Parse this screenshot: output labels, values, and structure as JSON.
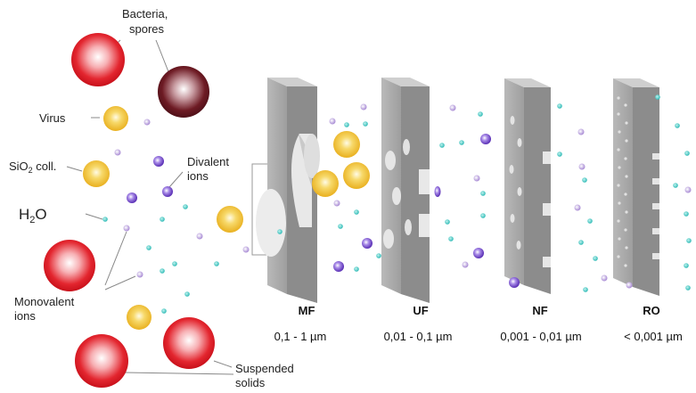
{
  "labels": {
    "bacteria_line1": "Bacteria,",
    "bacteria_line2": "spores",
    "virus": "Virus",
    "sio2_prefix": "SiO",
    "sio2_sub": "2",
    "sio2_suffix": " coll.",
    "h2o_h": "H",
    "h2o_sub": "2",
    "h2o_o": "O",
    "divalent_line1": "Divalent",
    "divalent_line2": "ions",
    "monovalent_line1": "Monovalent",
    "monovalent_line2": "ions",
    "suspended_line1": "Suspended",
    "suspended_line2": "solids"
  },
  "membranes": [
    {
      "name": "MF",
      "size": "0,1 - 1 µm"
    },
    {
      "name": "UF",
      "size": "0,01 - 0,1 µm"
    },
    {
      "name": "NF",
      "size": "0,001 - 0,01 µm"
    },
    {
      "name": "RO",
      "size": "< 0,001 µm"
    }
  ],
  "colors": {
    "bacteria": "#e0202c",
    "spores": "#6a1a22",
    "colloid": "#f0c030",
    "divalent": "#7a4fd0",
    "monovalent": "#b79ad8",
    "water": "#3fc6c2",
    "membrane_face": "#a8a8a8",
    "membrane_side": "#8a8a8a"
  }
}
